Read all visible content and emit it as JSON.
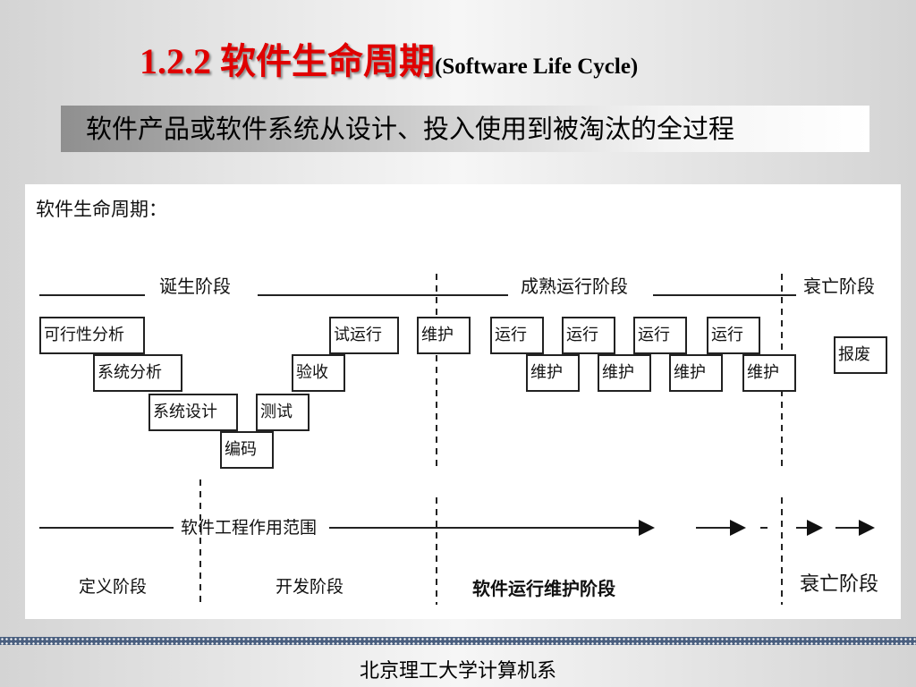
{
  "slide": {
    "title_main": "1.2.2 软件生命周期",
    "title_sub": "(Software  Life  Cycle)",
    "subtitle": "软件产品或软件系统从设计、投入使用到被淘汰的全过程",
    "footer": "北京理工大学计算机系"
  },
  "diagram": {
    "title": "软件生命周期：",
    "phases": {
      "birth": "诞生阶段",
      "mature": "成熟运行阶段",
      "decline": "衰亡阶段"
    },
    "boxes": {
      "feasibility": "可行性分析",
      "system_analysis": "系统分析",
      "system_design": "系统设计",
      "coding": "编码",
      "testing": "测试",
      "acceptance": "验收",
      "trial_run": "试运行",
      "maintain": "维护",
      "run": "运行",
      "retire": "报废"
    },
    "scope_label": "软件工程作用范围",
    "bottom": {
      "definition": "定义阶段",
      "development": "开发阶段",
      "operation": "软件运行维护阶段",
      "decline": "衰亡阶段"
    }
  }
}
